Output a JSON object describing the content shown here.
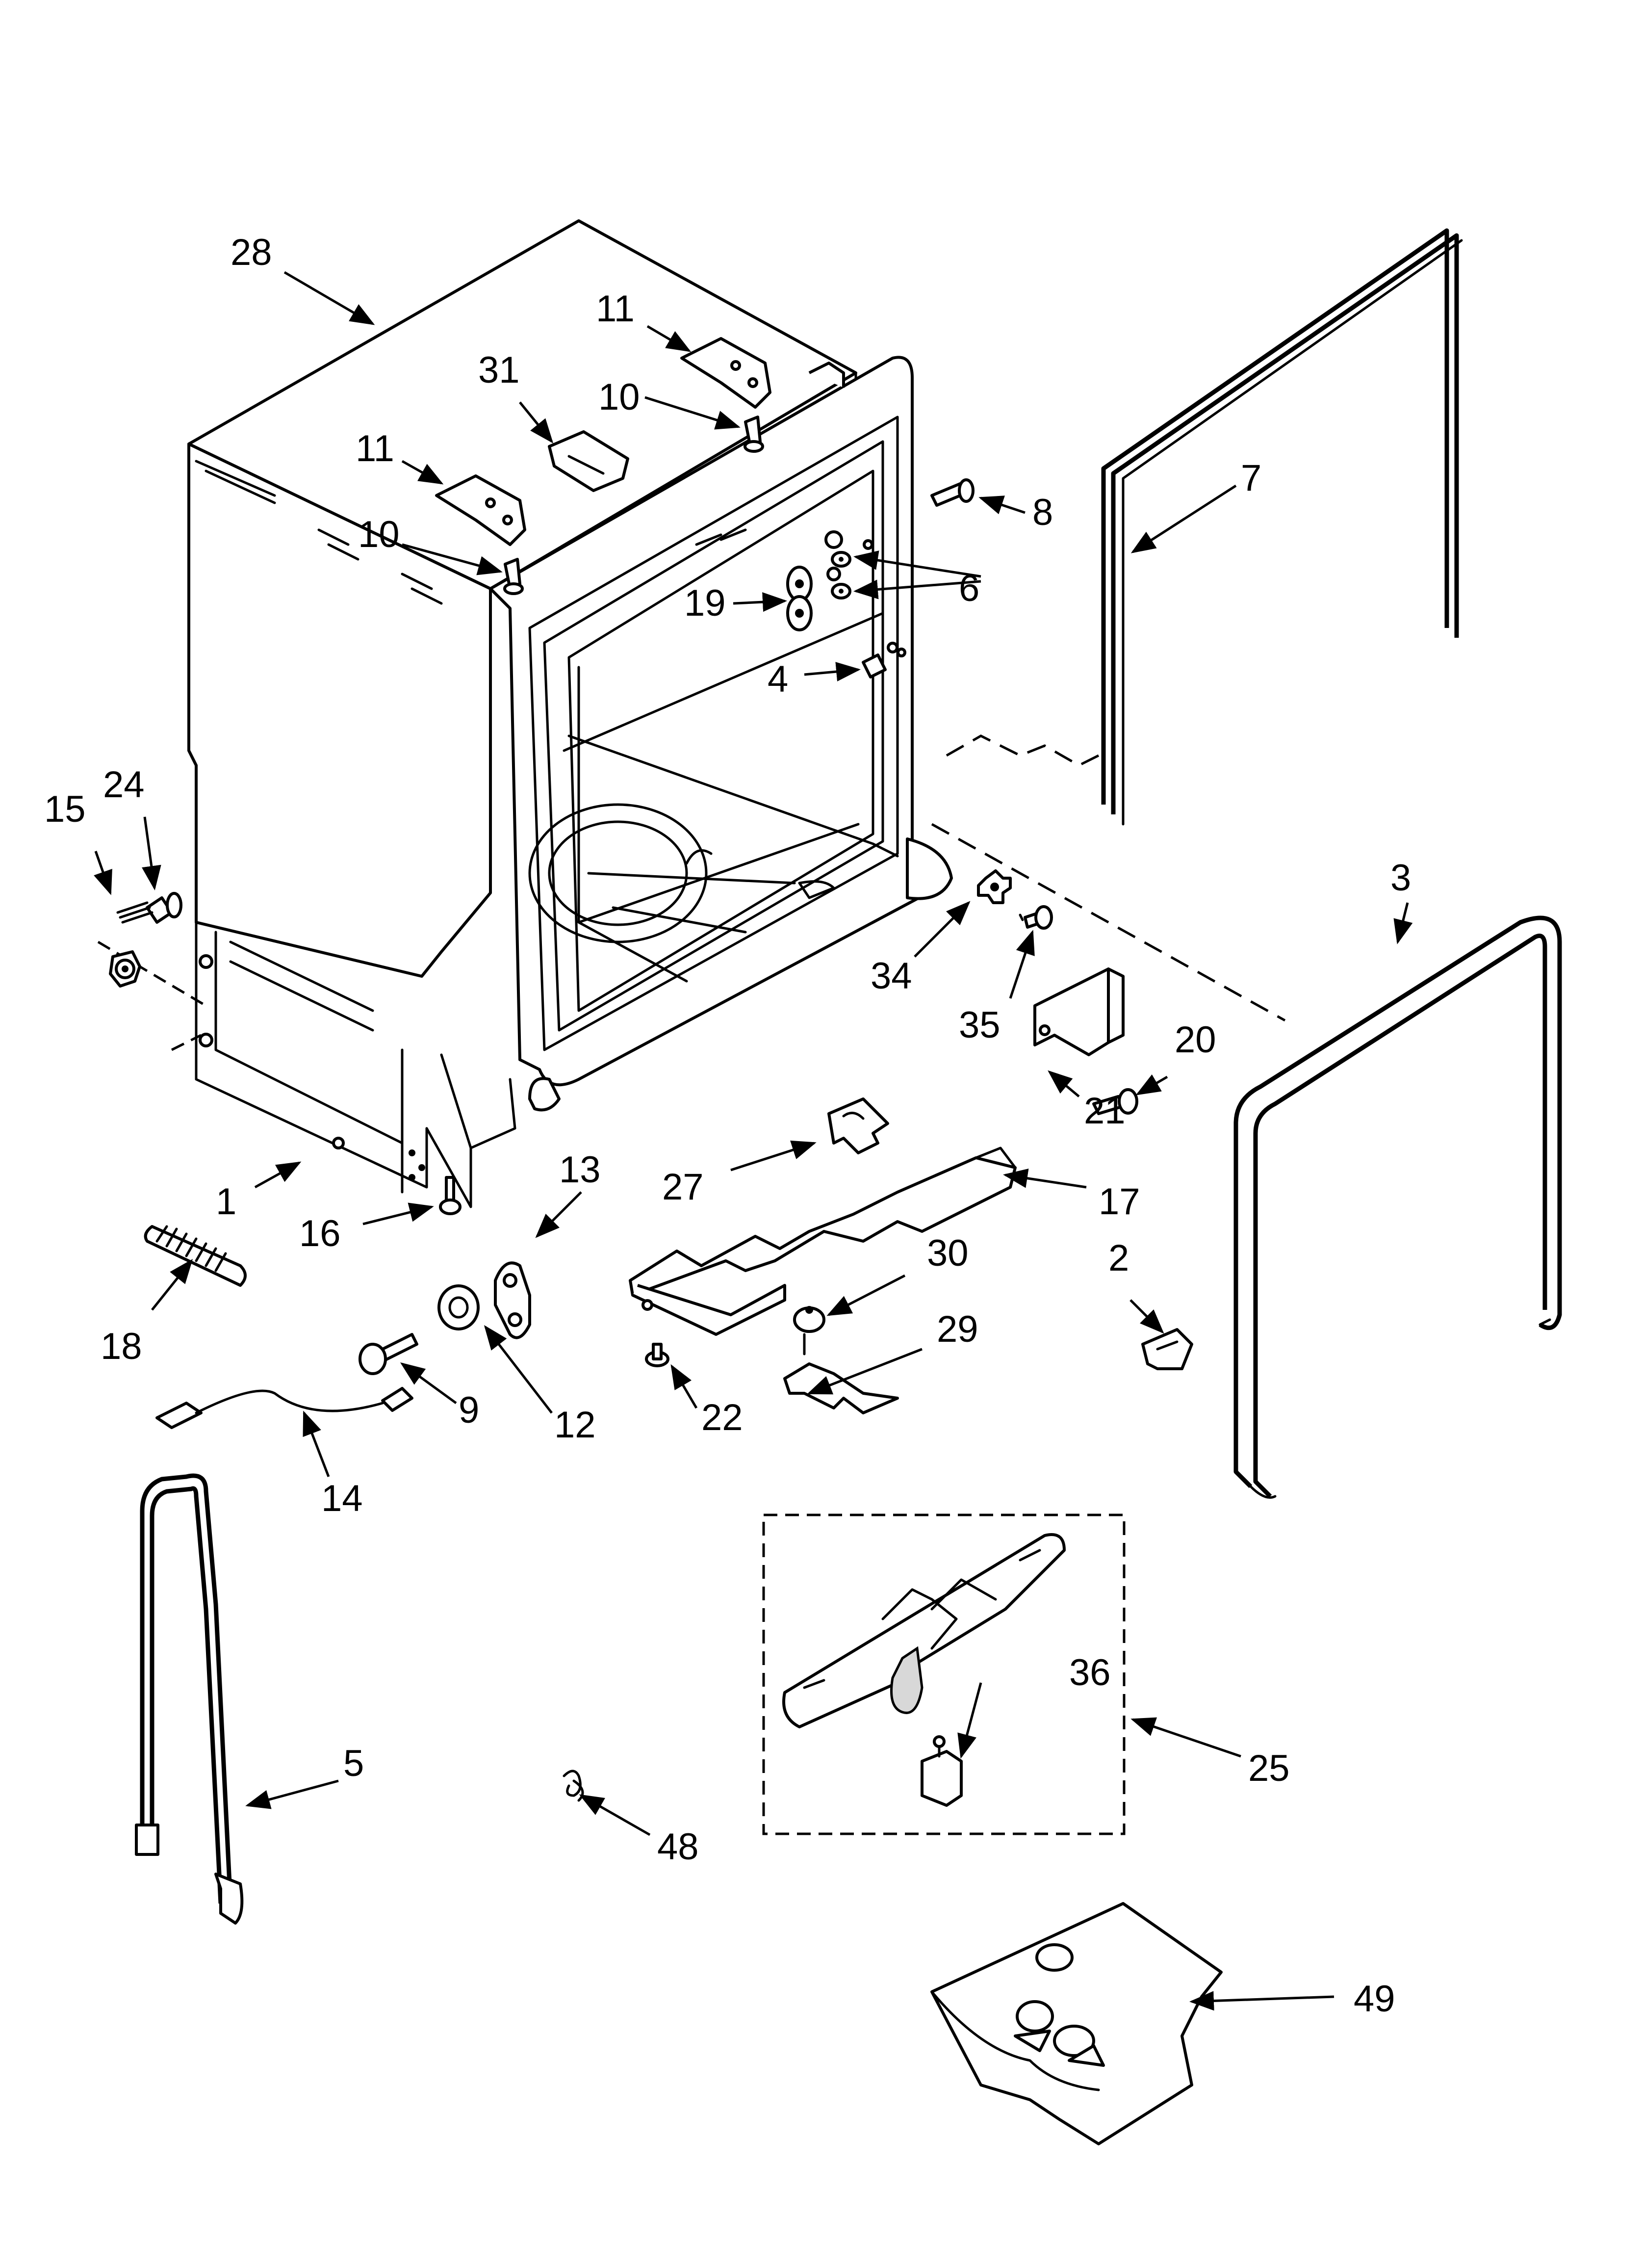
{
  "labels": {
    "l28": "28",
    "l11a": "11",
    "l31": "31",
    "l10a": "10",
    "l11b": "11",
    "l10b": "10",
    "l7": "7",
    "l8": "8",
    "l6": "6",
    "l19": "19",
    "l4": "4",
    "l24": "24",
    "l15": "15",
    "l3": "3",
    "l34": "34",
    "l35": "35",
    "l20": "20",
    "l21": "21",
    "l27": "27",
    "l17": "17",
    "l1": "1",
    "l13": "13",
    "l16": "16",
    "l2": "2",
    "l30": "30",
    "l18": "18",
    "l29": "29",
    "l9": "9",
    "l12": "12",
    "l22": "22",
    "l14": "14",
    "l36": "36",
    "l5": "5",
    "l25": "25",
    "l48": "48",
    "l49": "49"
  }
}
